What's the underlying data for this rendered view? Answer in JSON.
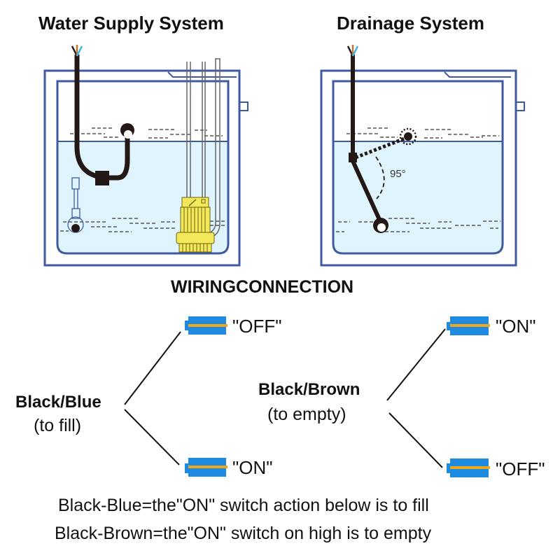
{
  "diagrams": {
    "left": {
      "title": "Water Supply System",
      "components": [
        "cable-with-wires",
        "float-switch-up",
        "counterweight",
        "submersible-pump",
        "fill-pipes",
        "overflow-outlet",
        "water-tank"
      ]
    },
    "right": {
      "title": "Drainage System",
      "angle_label": "95°",
      "components": [
        "cable-with-wires",
        "float-switch-arm",
        "float-high-position",
        "float-low-position",
        "overflow-outlet",
        "water-tank"
      ]
    }
  },
  "wiring": {
    "title": "WIRINGCONNECTION",
    "left_group": {
      "label": "Black/Blue",
      "sub": "(to fill)",
      "upper_state": "\"OFF\"",
      "lower_state": "\"ON\""
    },
    "right_group": {
      "label": "Black/Brown",
      "sub": "(to empty)",
      "upper_state": "\"ON\"",
      "lower_state": "\"OFF\""
    }
  },
  "notes": [
    "Black-Blue=the\"ON\" switch action below is to fill",
    "Black-Brown=the\"ON\" switch on high is to empty"
  ],
  "colors": {
    "tank_outline": "#3f5aa0",
    "water": "#dff4fc",
    "cable": "#231815",
    "wire_brown": "#c8732a",
    "wire_blue": "#3fb3e6",
    "pump": "#f2e85a",
    "switch_body": "#1e8be0",
    "switch_stripe": "#f0a818"
  }
}
